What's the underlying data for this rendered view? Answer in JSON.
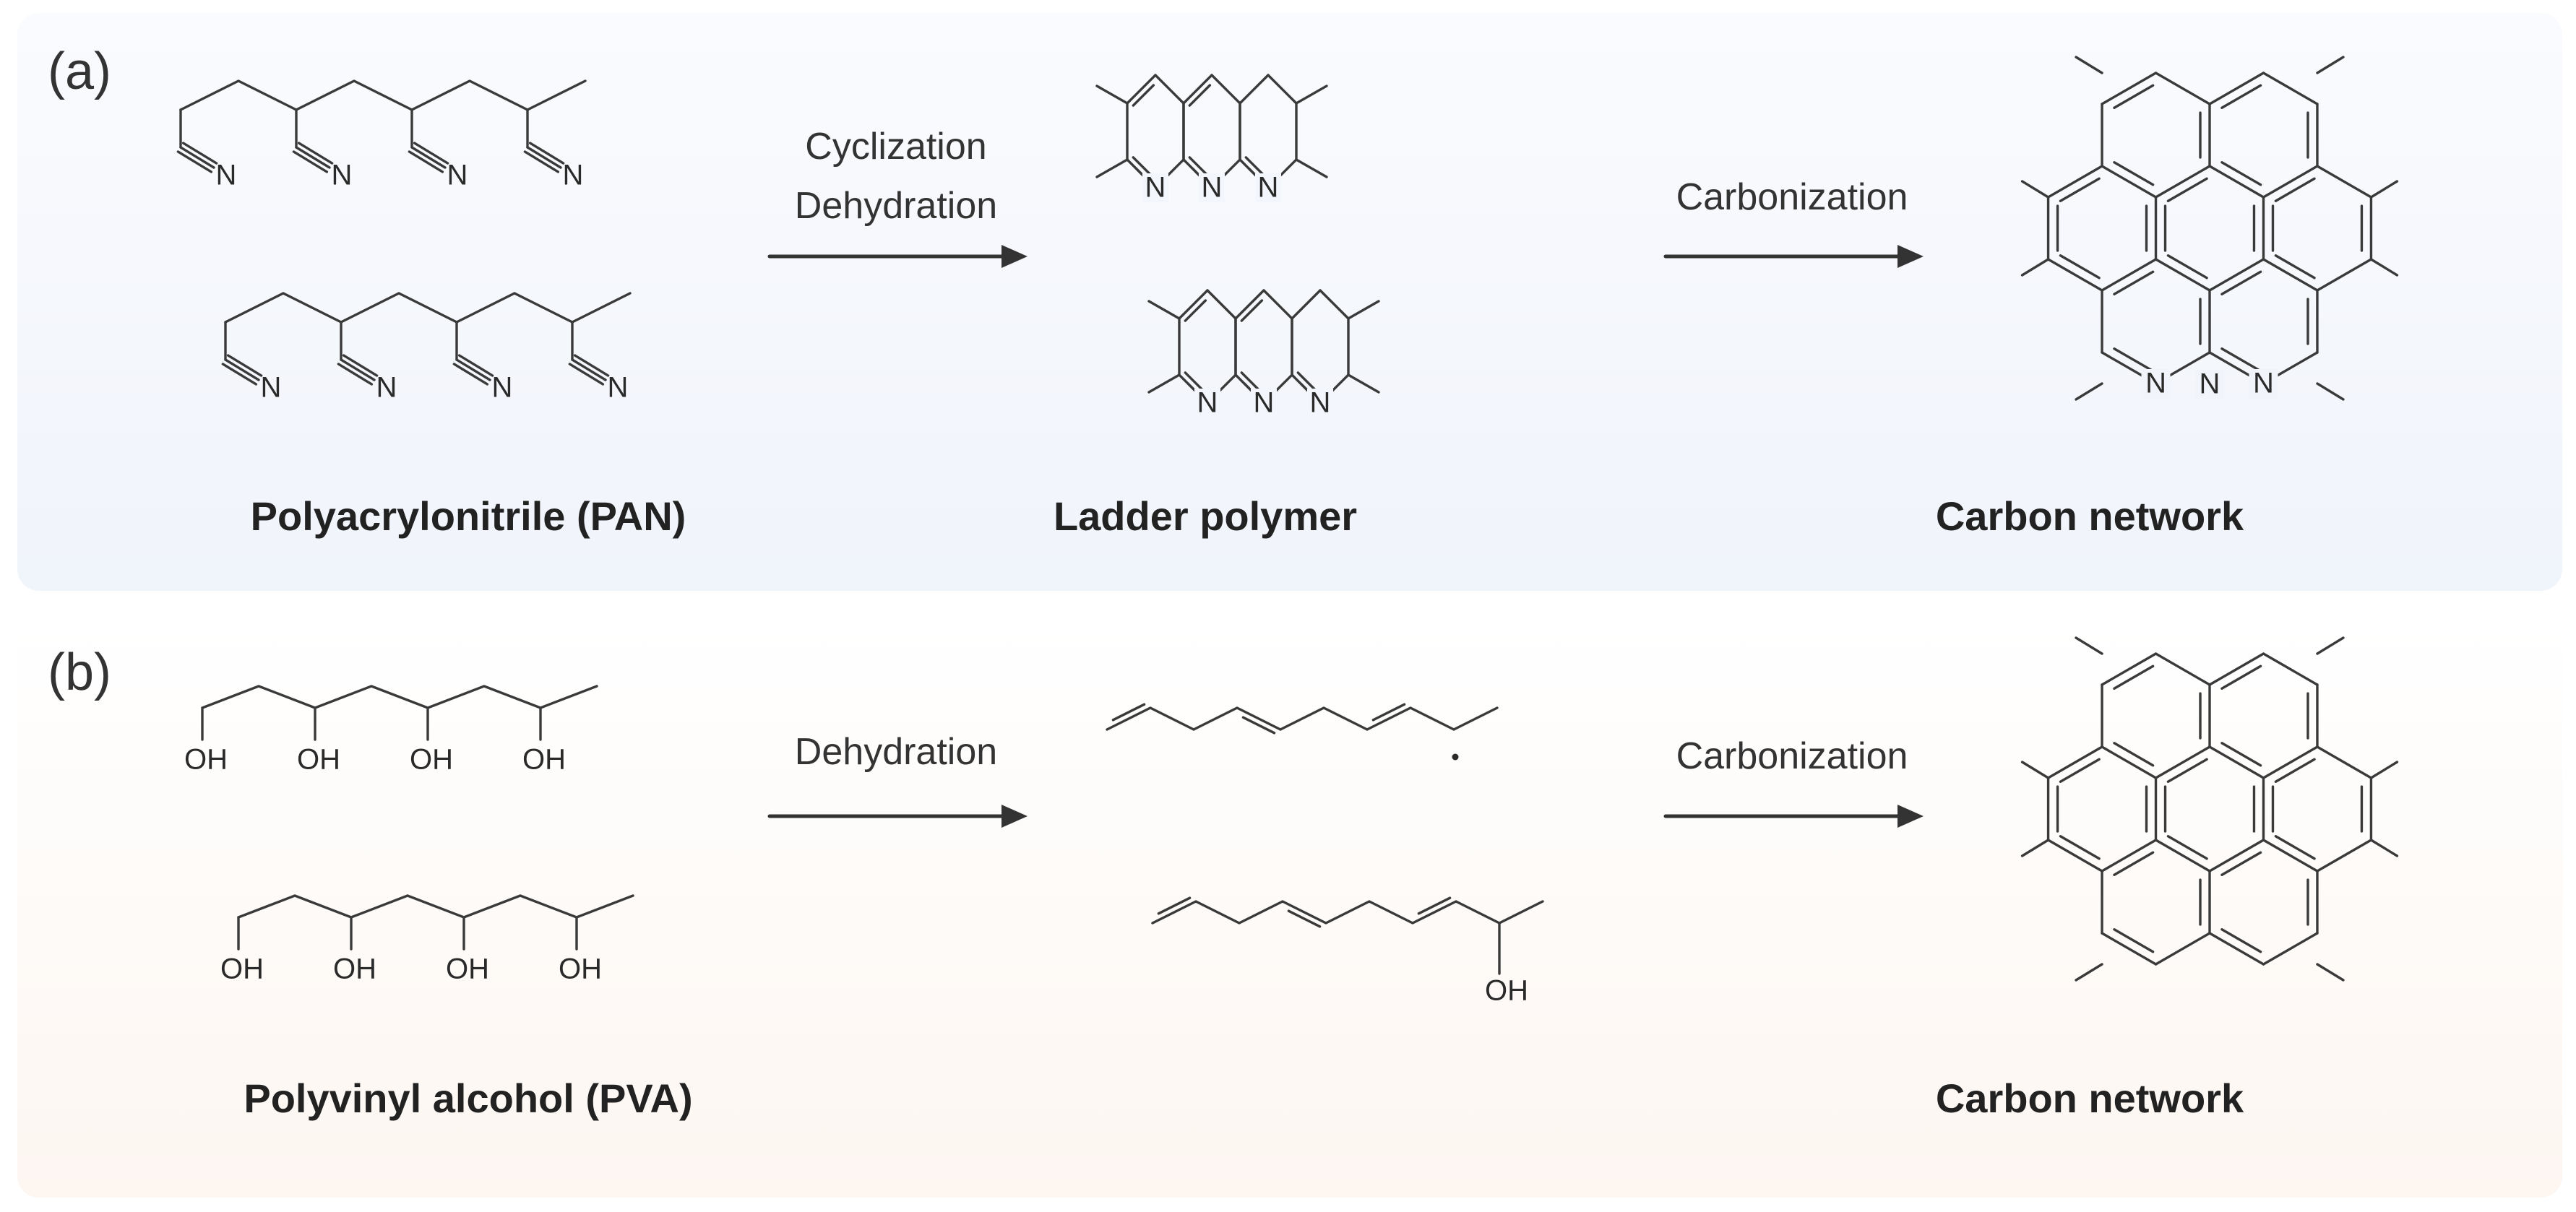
{
  "panel_a": {
    "label": "(a)",
    "start_caption": "Polyacrylonitrile (PAN)",
    "step1": [
      "Cyclization",
      "Dehydration"
    ],
    "middle_caption": "Ladder polymer",
    "step2": "Carbonization",
    "end_caption": "Carbon network",
    "atom_n": "N"
  },
  "panel_b": {
    "label": "(b)",
    "start_caption": "Polyvinyl alcohol (PVA)",
    "step1": "Dehydration",
    "step2": "Carbonization",
    "end_caption": "Carbon network",
    "atom_oh": "OH"
  },
  "colors": {
    "panel_a_bg": "#f0f4fb",
    "panel_b_bg": "#fdf6f1",
    "ink": "#333333"
  }
}
